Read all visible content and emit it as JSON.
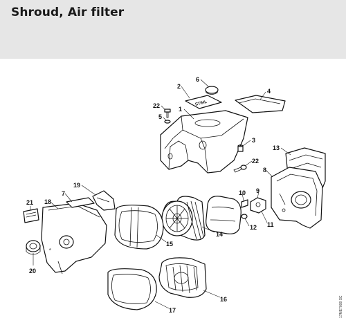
{
  "header": {
    "title": "Shroud, Air filter"
  },
  "diagram": {
    "callouts": [
      {
        "id": "c1",
        "label": "1"
      },
      {
        "id": "c2",
        "label": "2"
      },
      {
        "id": "c3",
        "label": "3"
      },
      {
        "id": "c4",
        "label": "4"
      },
      {
        "id": "c5",
        "label": "5"
      },
      {
        "id": "c6",
        "label": "6"
      },
      {
        "id": "c7",
        "label": "7"
      },
      {
        "id": "c8",
        "label": "8"
      },
      {
        "id": "c9",
        "label": "9"
      },
      {
        "id": "c10",
        "label": "10"
      },
      {
        "id": "c11",
        "label": "11"
      },
      {
        "id": "c12",
        "label": "12"
      },
      {
        "id": "c13",
        "label": "13"
      },
      {
        "id": "c14",
        "label": "14"
      },
      {
        "id": "c15",
        "label": "15"
      },
      {
        "id": "c16",
        "label": "16"
      },
      {
        "id": "c17",
        "label": "17"
      },
      {
        "id": "c18",
        "label": "18"
      },
      {
        "id": "c19",
        "label": "19"
      },
      {
        "id": "c20",
        "label": "20"
      },
      {
        "id": "c21",
        "label": "21"
      },
      {
        "id": "c22a",
        "label": "22"
      },
      {
        "id": "c22b",
        "label": "22"
      }
    ],
    "brand_text": "STIHL",
    "drawing_code": "17ME7008 SC"
  }
}
